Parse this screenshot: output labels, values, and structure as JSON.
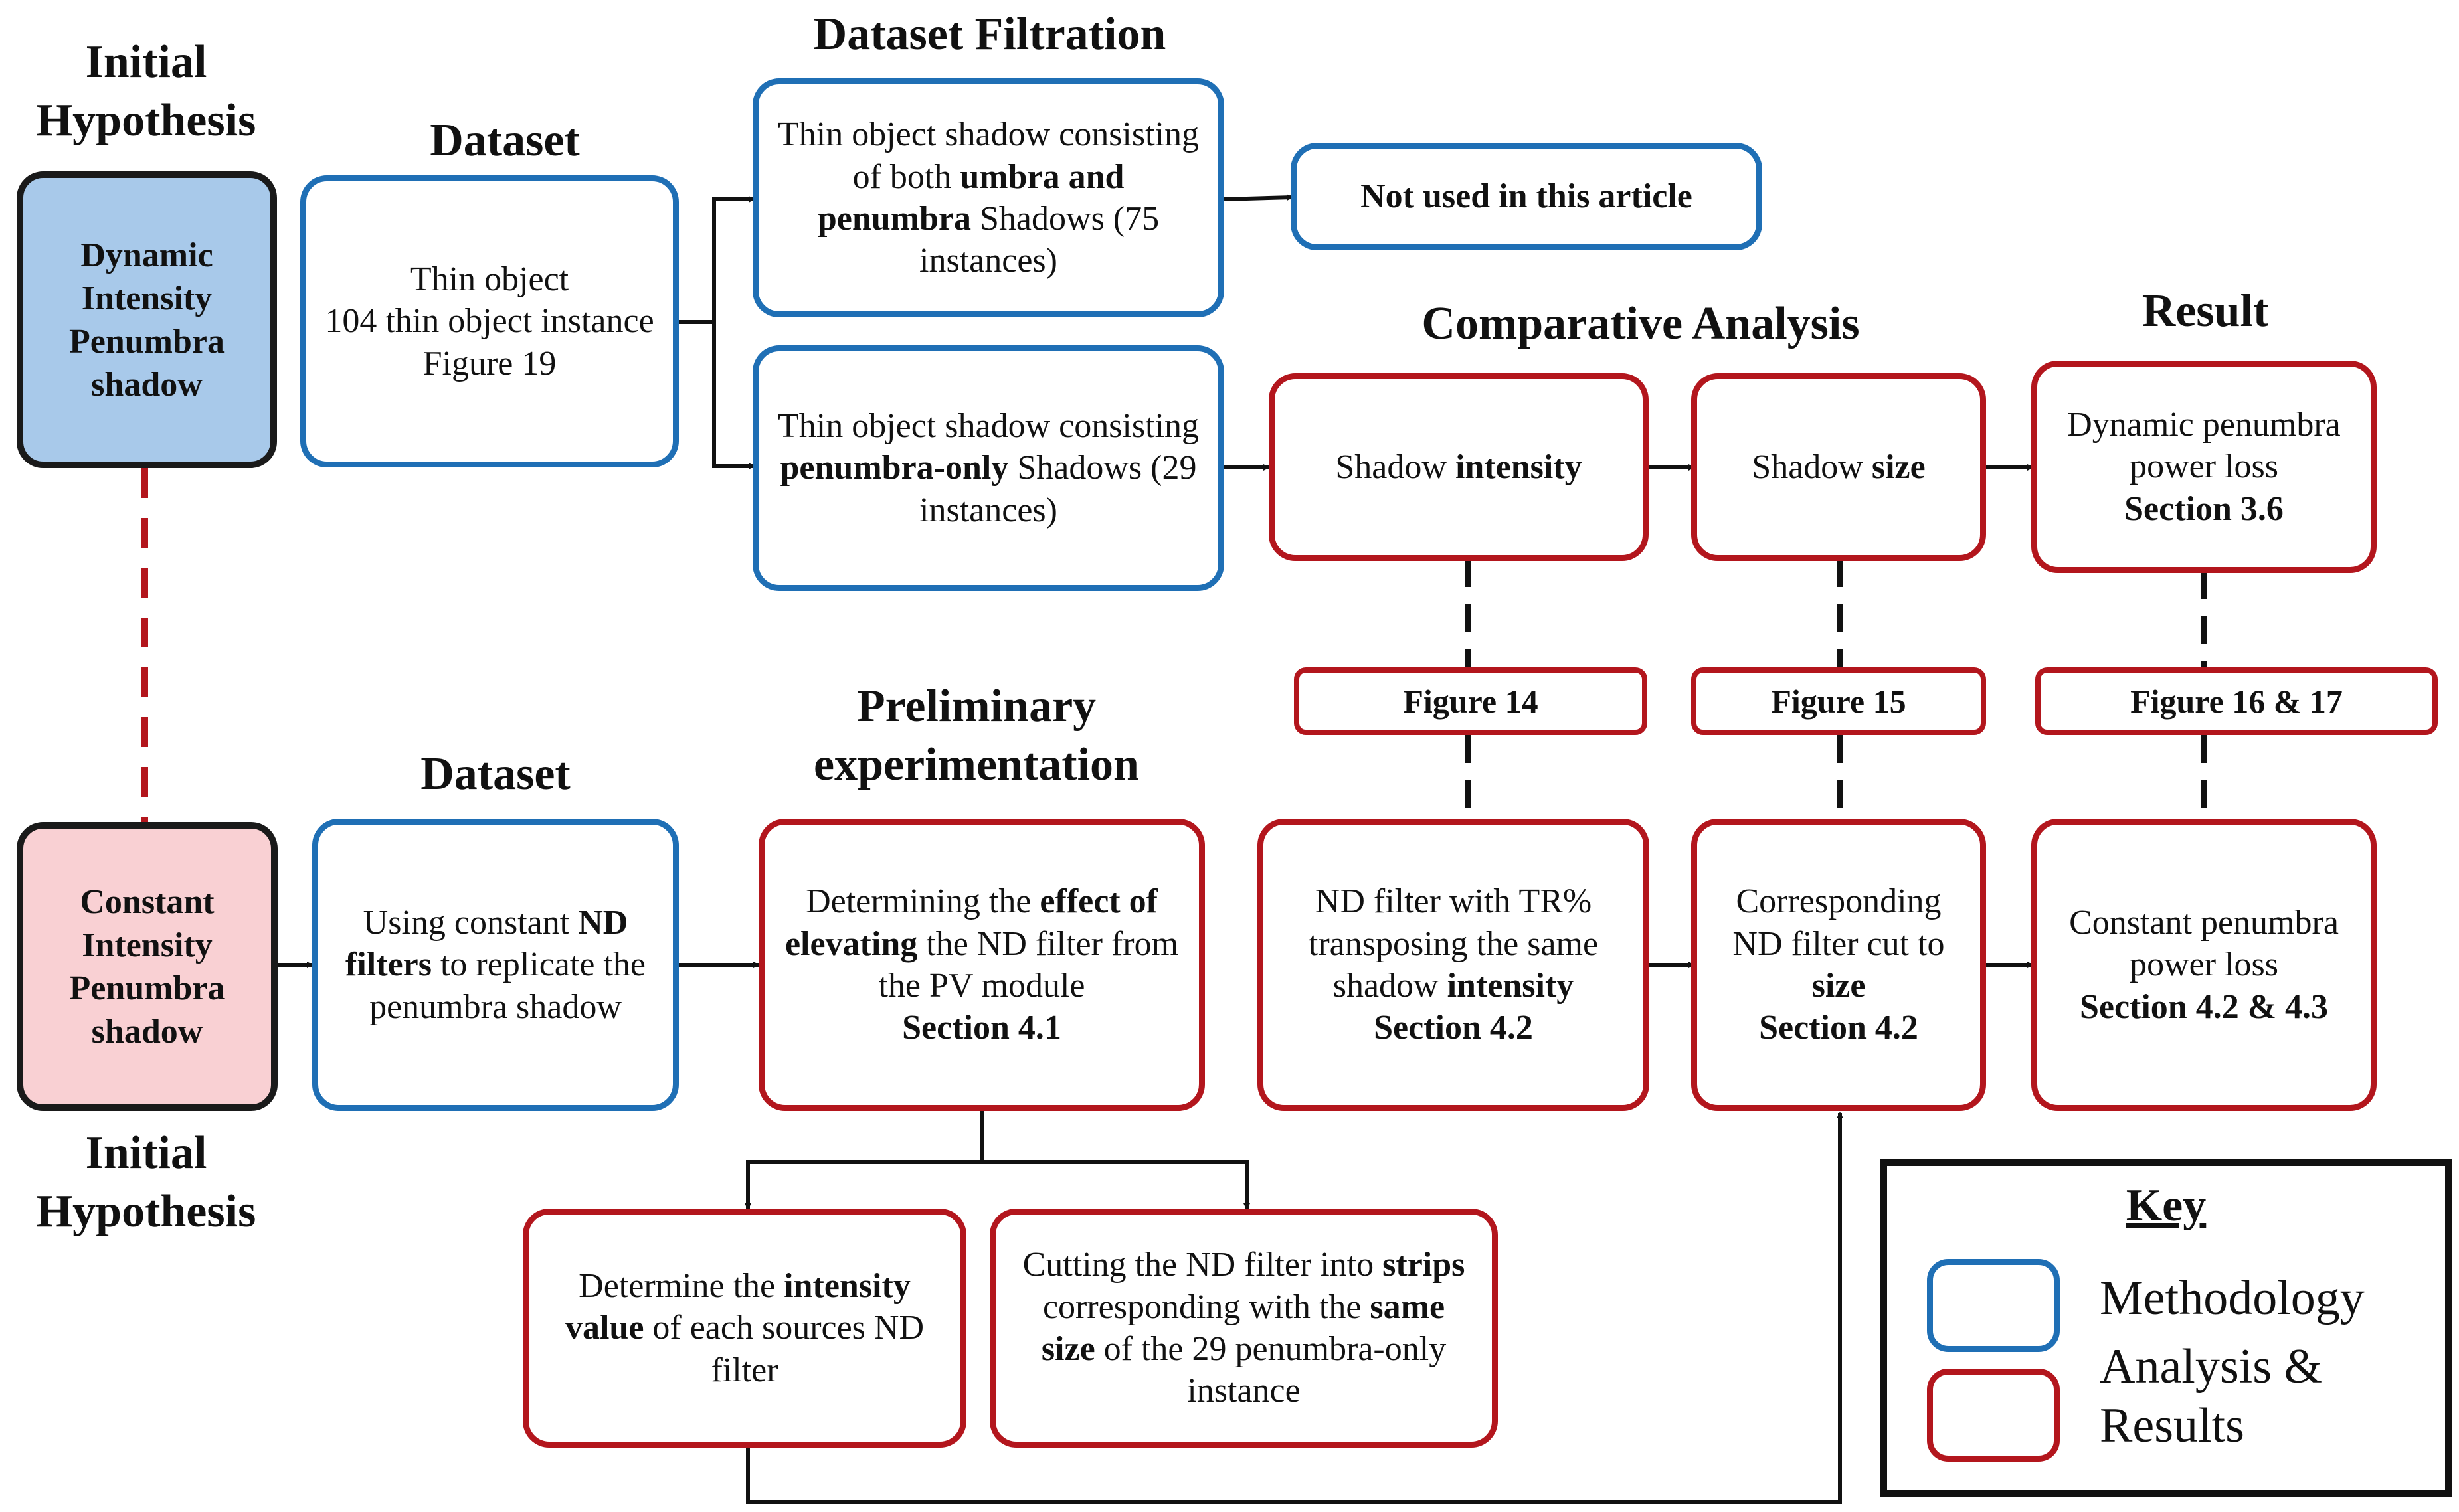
{
  "colors": {
    "methodology": "#1f6fb5",
    "analysis": "#b3161d",
    "dynamic_fill": "#a8c9ea",
    "constant_fill": "#f9d0d3",
    "line": "#111111"
  },
  "headings": {
    "initial_hypothesis_top": "Initial Hypothesis",
    "initial_hypothesis_bottom": "Initial Hypothesis",
    "dataset_top": "Dataset",
    "dataset_bottom": "Dataset",
    "dataset_filtration": "Dataset Filtration",
    "comparative_analysis": "Comparative Analysis",
    "result": "Result",
    "preliminary_experimentation": "Preliminary experimentation"
  },
  "nodes": {
    "dynamic_hypothesis": "Dynamic Intensity Penumbra shadow",
    "constant_hypothesis": "Constant Intensity Penumbra shadow",
    "dataset_top": {
      "line1": "Thin object",
      "line2": "104 thin object instance Figure 19"
    },
    "umbra_penumbra": {
      "a": "Thin object shadow consisting of both ",
      "b": "umbra and penumbra",
      "c": " Shadows (75 instances)"
    },
    "not_used": "Not used in this article",
    "penumbra_only": {
      "a": "Thin object shadow consisting ",
      "b": "penumbra-only",
      "c": " Shadows (29 instances)"
    },
    "shadow_intensity": {
      "a": "Shadow ",
      "b": "intensity"
    },
    "shadow_size": {
      "a": "Shadow ",
      "b": "size"
    },
    "dynamic_result": {
      "text": "Dynamic penumbra power loss",
      "section": "Section 3.6"
    },
    "figure_14": "Figure 14",
    "figure_15": "Figure 15",
    "figure_16_17": "Figure 16 & 17",
    "nd_dataset": {
      "a": "Using constant ",
      "b": "ND filters",
      "c": " to replicate the penumbra shadow"
    },
    "elevating": {
      "a": "Determining the ",
      "b": "effect of elevating",
      "c": " the ND filter from the PV module",
      "section": "Section 4.1"
    },
    "nd_tr": {
      "a": "ND filter with TR% transposing the same shadow ",
      "b": "intensity",
      "section": "Section 4.2"
    },
    "cut_size": {
      "a": "Corresponding ND filter cut to ",
      "b": "size",
      "section": "Section 4.2"
    },
    "constant_result": {
      "text": "Constant penumbra power loss",
      "section": "Section 4.2 & 4.3"
    },
    "intensity_value": {
      "a": "Determine the ",
      "b": "intensity value",
      "c": " of each sources ND filter"
    },
    "strips": {
      "a": "Cutting the ND filter into ",
      "b": "strips",
      "c": " corresponding with the ",
      "d": "same size",
      "e": " of the 29 penumbra-only instance"
    }
  },
  "key": {
    "title": "Key",
    "methodology": "Methodology",
    "analysis": "Analysis & Results"
  }
}
